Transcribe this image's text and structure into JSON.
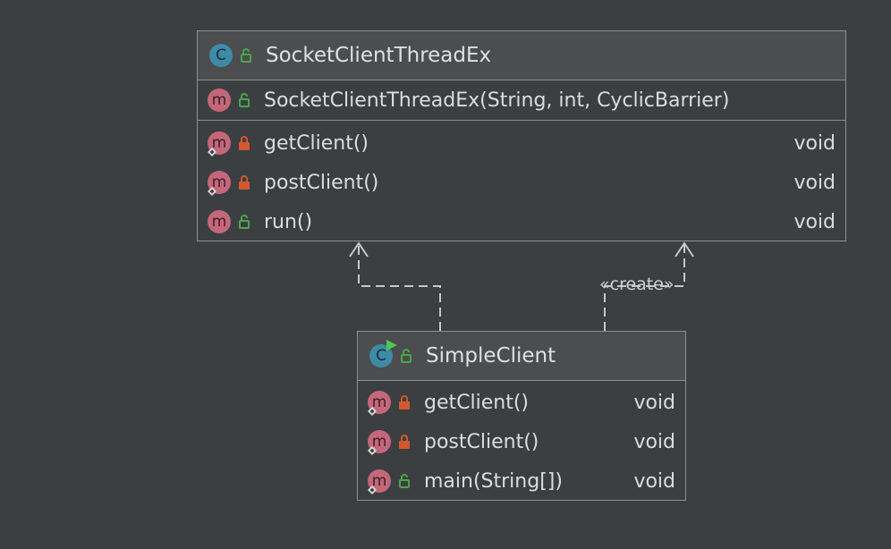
{
  "diagram": {
    "classes": [
      {
        "id": "socket-client-thread-ex",
        "name": "SocketClientThreadEx",
        "badge": "C",
        "visibility": "public",
        "constructors": [
          {
            "badge": "m",
            "visibility": "public",
            "name": "SocketClientThreadEx(String, int, CyclicBarrier)"
          }
        ],
        "methods": [
          {
            "badge": "m",
            "visibility": "private",
            "overridden": true,
            "name": "getClient()",
            "return_type": "void"
          },
          {
            "badge": "m",
            "visibility": "private",
            "overridden": true,
            "name": "postClient()",
            "return_type": "void"
          },
          {
            "badge": "m",
            "visibility": "public",
            "overridden": false,
            "name": "run()",
            "return_type": "void"
          }
        ]
      },
      {
        "id": "simple-client",
        "name": "SimpleClient",
        "badge": "C",
        "visibility": "public",
        "runnable": true,
        "methods": [
          {
            "badge": "m",
            "visibility": "private",
            "overridden": true,
            "name": "getClient()",
            "return_type": "void"
          },
          {
            "badge": "m",
            "visibility": "private",
            "overridden": true,
            "name": "postClient()",
            "return_type": "void"
          },
          {
            "badge": "m",
            "visibility": "public",
            "overridden": true,
            "name": "main(String[])",
            "return_type": "void"
          }
        ]
      }
    ],
    "relations": [
      {
        "type": "inheritance-dependency",
        "from": "SimpleClient",
        "to": "SocketClientThreadEx",
        "label": ""
      },
      {
        "type": "dependency",
        "from": "SimpleClient",
        "to": "SocketClientThreadEx",
        "label": "«create»"
      }
    ]
  },
  "colors": {
    "background": "#3c3f41",
    "header": "#4b4d4f",
    "border": "#8d8f90",
    "class_badge": "#3d8ba5",
    "method_badge": "#c4677a",
    "public_icon": "#4ca54c",
    "private_icon": "#d0592d",
    "run_arrow": "#4ec94e"
  }
}
